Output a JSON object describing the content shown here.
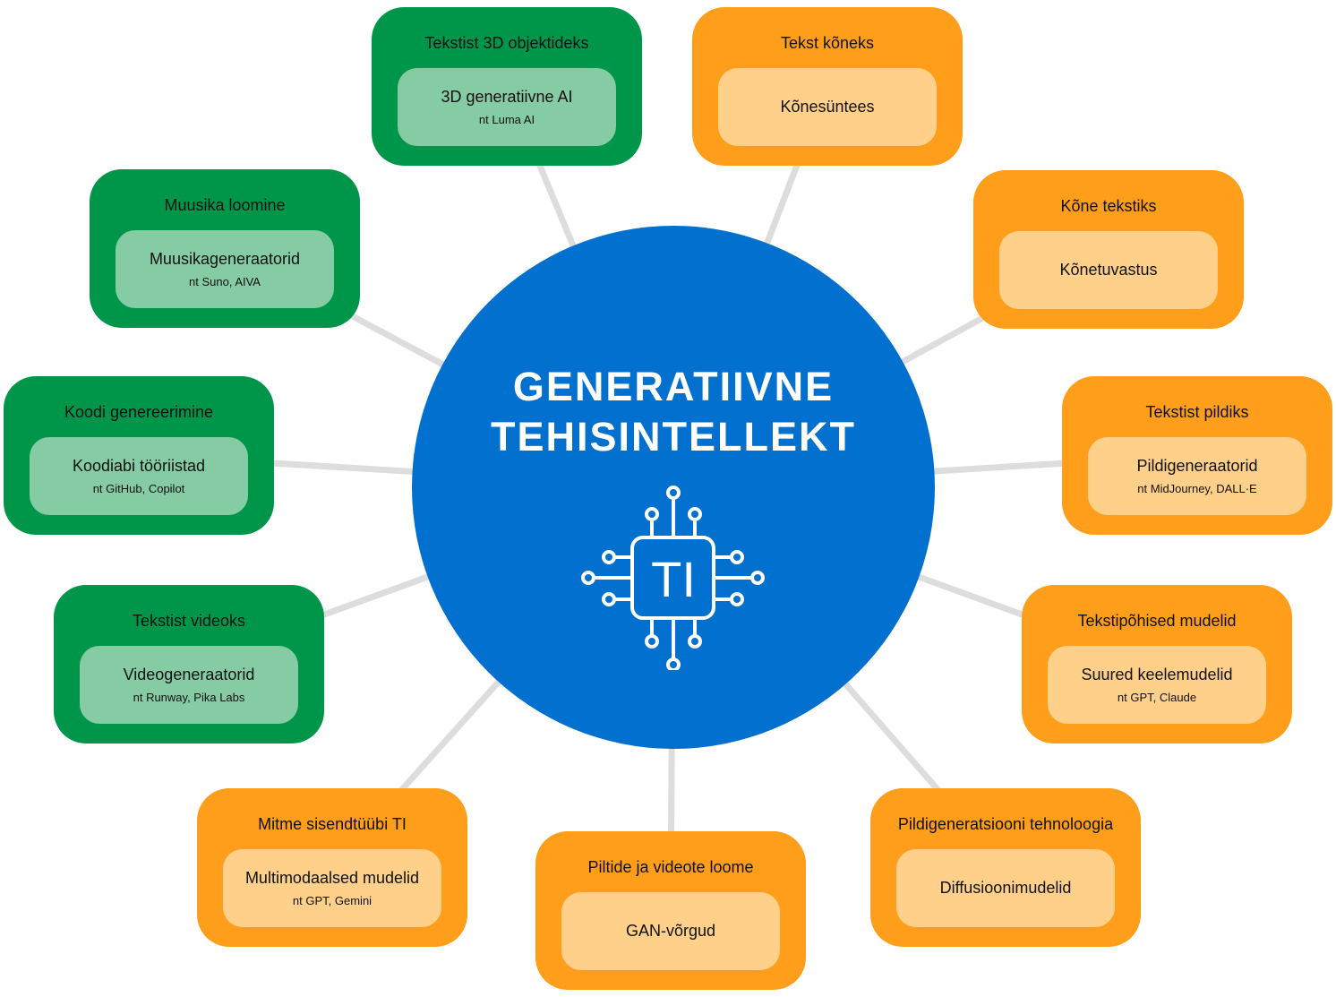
{
  "hub": {
    "title_line1": "GENERATIIVNE",
    "title_line2": "TEHISINTELLEKT",
    "icon_label": "TI",
    "color": "#0270CE"
  },
  "colors": {
    "green": "#00964A",
    "light_green": "#85CCA4",
    "orange": "#FF9E1B",
    "light_orange": "#FFD08A",
    "connector": "#DDDDDD"
  },
  "nodes": [
    {
      "title": "Tekstist 3D objektideks",
      "main": "3D generatiivne AI",
      "sub": "nt Luma AI",
      "color": "green"
    },
    {
      "title": "Tekst kõneks",
      "main": "Kõnesüntees",
      "sub": null,
      "color": "orange"
    },
    {
      "title": "Muusika loomine",
      "main": "Muusikageneraatorid",
      "sub": "nt Suno, AIVA",
      "color": "green"
    },
    {
      "title": "Kõne tekstiks",
      "main": "Kõnetuvastus",
      "sub": null,
      "color": "orange"
    },
    {
      "title": "Koodi genereerimine",
      "main": "Koodiabi tööriistad",
      "sub": "nt GitHub, Copilot",
      "color": "green"
    },
    {
      "title": "Tekstist pildiks",
      "main": "Pildigeneraatorid",
      "sub": "nt MidJourney, DALL·E",
      "color": "orange"
    },
    {
      "title": "Tekstist videoks",
      "main": "Videogeneraatorid",
      "sub": "nt Runway, Pika Labs",
      "color": "green"
    },
    {
      "title": "Tekstipõhised mudelid",
      "main": "Suured keelemudelid",
      "sub": "nt GPT, Claude",
      "color": "orange"
    },
    {
      "title": "Mitme sisendtüübi TI",
      "main": "Multimodaalsed mudelid",
      "sub": "nt GPT, Gemini",
      "color": "orange"
    },
    {
      "title": "Piltide ja videote loome",
      "main": "GAN-võrgud",
      "sub": null,
      "color": "orange"
    },
    {
      "title": "Pildigeneratsiooni tehnoloogia",
      "main": "Diffusioonimudelid",
      "sub": null,
      "color": "orange"
    }
  ]
}
